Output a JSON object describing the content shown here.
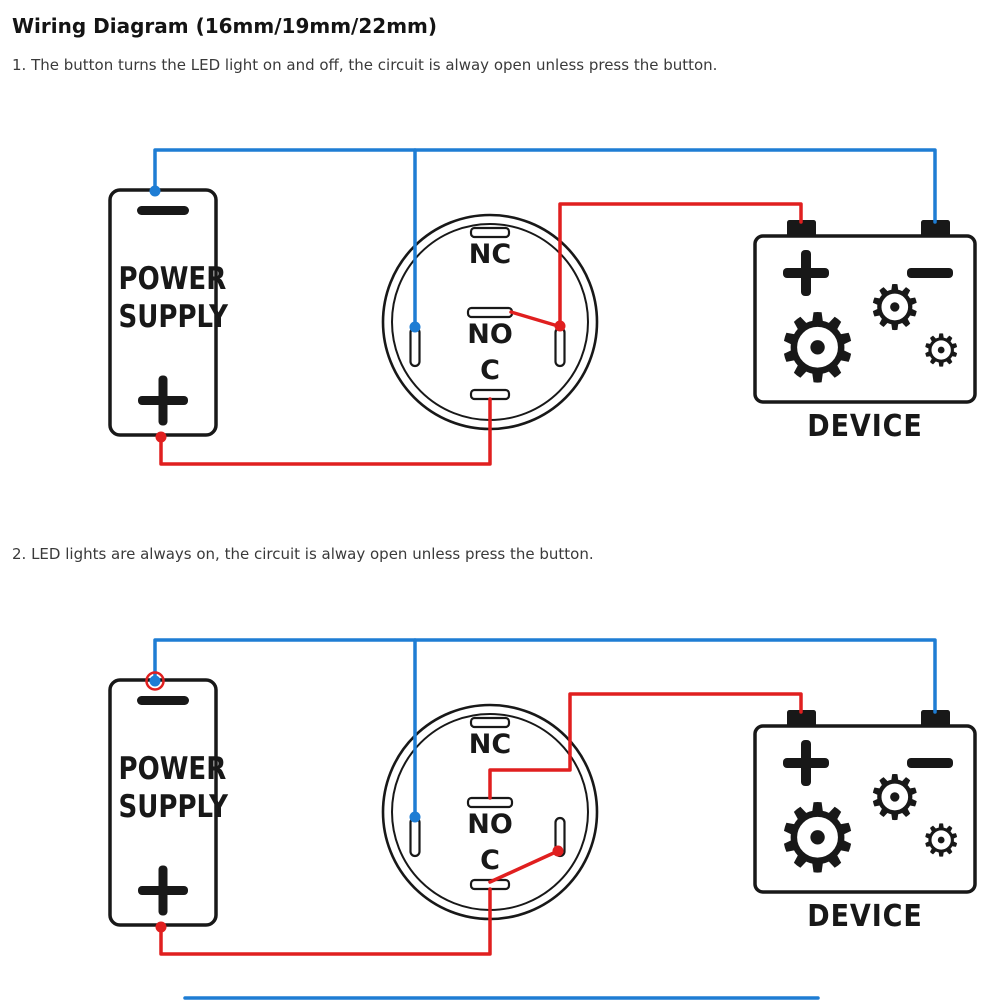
{
  "page": {
    "title": "Wiring Diagram (16mm/19mm/22mm)",
    "notes": [
      "1. The button turns the LED light on and off, the circuit is alway open unless press the button.",
      "2. LED lights are always on, the circuit is alway open unless press the button."
    ]
  },
  "components": {
    "power_supply": {
      "lines": [
        "POWER",
        "SUPPLY"
      ],
      "negative_terminal": "−",
      "positive_terminal": "+"
    },
    "push_button_switch": {
      "terminal_nc": "NC",
      "terminal_no": "NO",
      "terminal_c": "C"
    },
    "device": {
      "label": "DEVICE",
      "positive_terminal": "+",
      "negative_terminal": "−"
    }
  },
  "icons": {
    "gear": "⚙"
  },
  "colors": {
    "wire_negative_blue": "#1e7dd4",
    "wire_positive_red": "#e01f1f",
    "ink": "#181818"
  }
}
